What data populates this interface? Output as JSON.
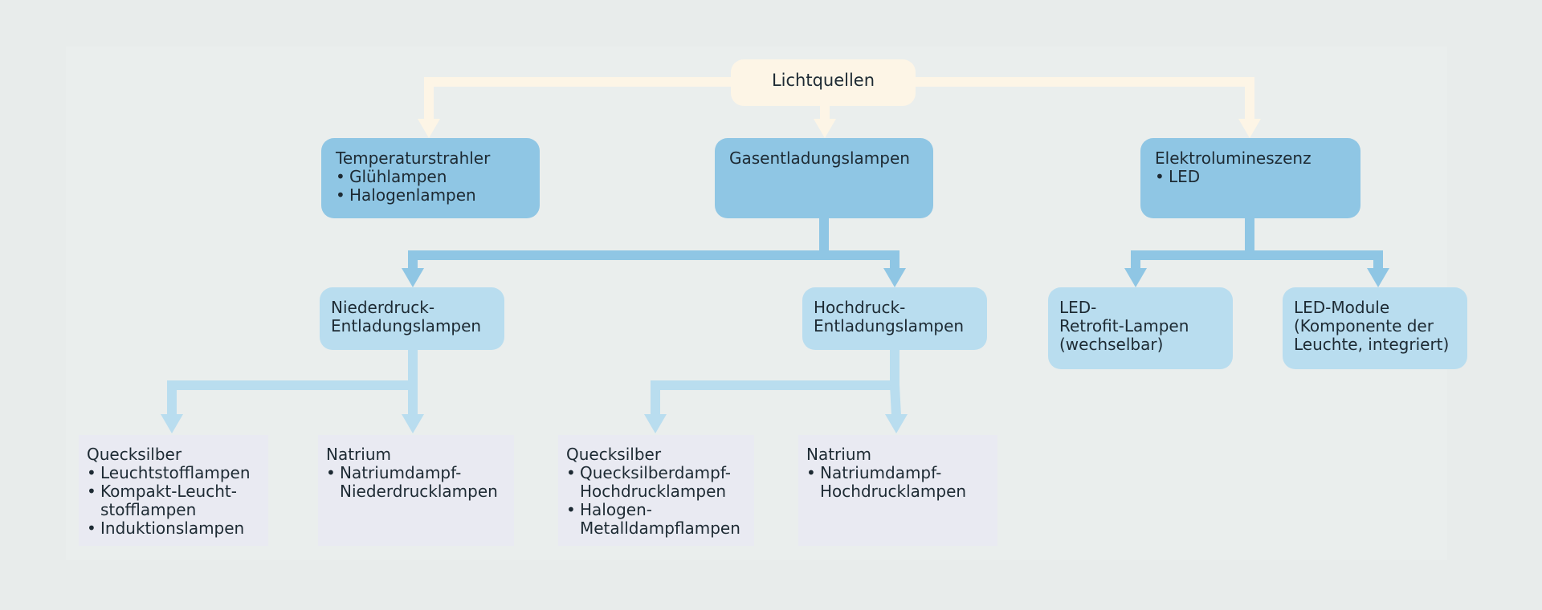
{
  "diagram": {
    "root": {
      "label": "Lichtquellen"
    },
    "categories": {
      "temperatur": {
        "title": "Temperaturstrahler",
        "items": [
          "Glühlampen",
          "Halogenlampen"
        ]
      },
      "gas": {
        "title": "Gasentladungslampen",
        "items": []
      },
      "elektro": {
        "title": "Elektrolumineszenz",
        "items": [
          "LED"
        ]
      }
    },
    "subcategories": {
      "niederdruck": {
        "title": "Niederdruck-\nEntladungslampen"
      },
      "hochdruck": {
        "title": "Hochdruck-\nEntladungslampen"
      },
      "led_retrofit": {
        "title": "LED-\nRetrofit-Lampen\n(wechselbar)"
      },
      "led_module": {
        "title": "LED-Module\n(Komponente der\nLeuchte, integriert)"
      }
    },
    "leaves": {
      "nd_quecksilber": {
        "title": "Quecksilber",
        "items": [
          "Leuchtstofflampen",
          "Kompakt-Leucht-\nstofflampen",
          "Induktionslampen"
        ]
      },
      "nd_natrium": {
        "title": "Natrium",
        "items": [
          "Natriumdampf-\nNiederdrucklampen"
        ]
      },
      "hd_quecksilber": {
        "title": "Quecksilber",
        "items": [
          "Quecksilberdampf-\nHochdrucklampen",
          "Halogen-\nMetalldampflampen"
        ]
      },
      "hd_natrium": {
        "title": "Natrium",
        "items": [
          "Natriumdampf-\nHochdrucklampen"
        ]
      }
    },
    "colors": {
      "background": "#e8eceb",
      "root_fill": "#fdf5e6",
      "level1_fill": "#8fc6e4",
      "level2_fill": "#b9ddef",
      "leaf_fill": "#e9eaf2",
      "arrow_root": "#fdf5e6",
      "arrow_level1": "#8fc6e4",
      "arrow_level2": "#b9ddef"
    }
  }
}
